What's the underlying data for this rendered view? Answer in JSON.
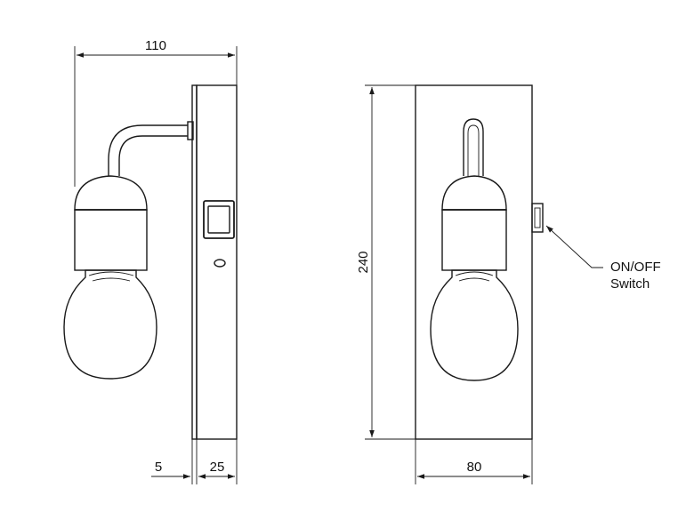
{
  "dimensions": {
    "side_width": "110",
    "gap": "5",
    "plate_depth": "25",
    "height": "240",
    "front_width": "80"
  },
  "callout": {
    "line1": "ON/OFF",
    "line2": "Switch"
  }
}
